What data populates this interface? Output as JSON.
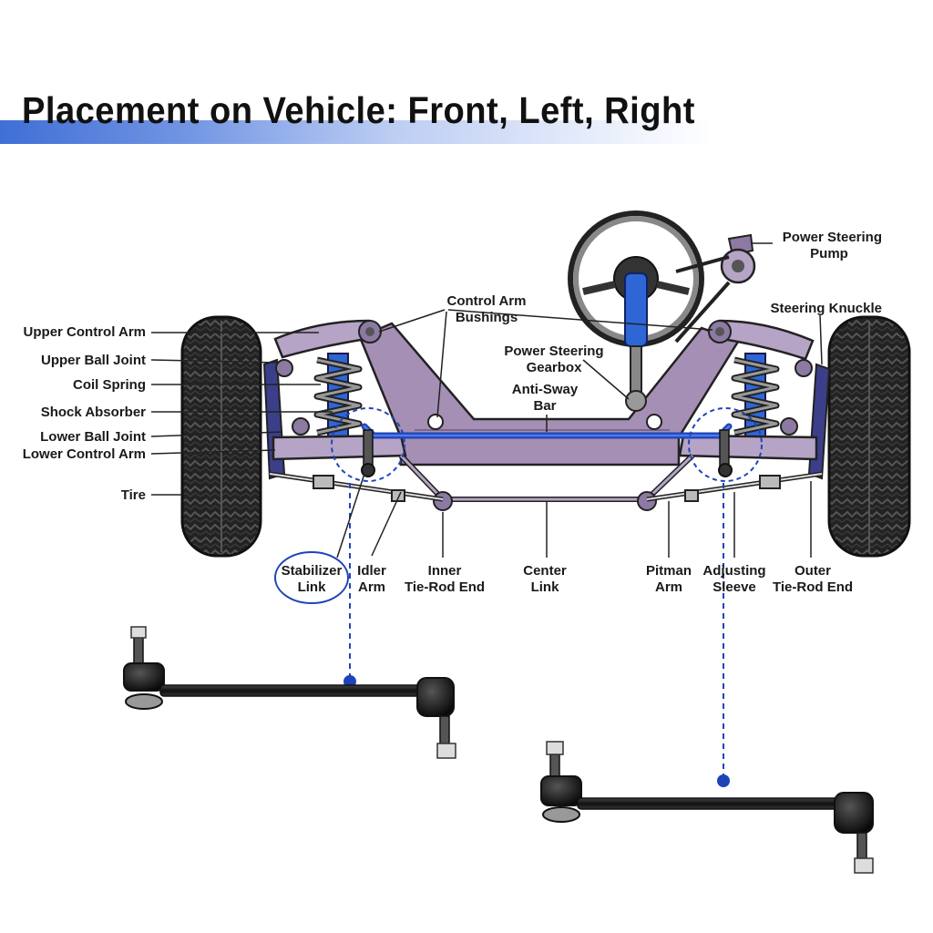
{
  "title": "Placement on Vehicle: Front, Left, Right",
  "labels": {
    "upper_control_arm": "Upper Control Arm",
    "upper_ball_joint": "Upper Ball Joint",
    "coil_spring": "Coil Spring",
    "shock_absorber": "Shock Absorber",
    "lower_ball_joint": "Lower Ball Joint",
    "lower_control_arm": "Lower Control Arm",
    "tire": "Tire",
    "control_arm_bushings_1": "Control Arm",
    "control_arm_bushings_2": "Bushings",
    "power_steering_gearbox_1": "Power Steering",
    "power_steering_gearbox_2": "Gearbox",
    "anti_sway_bar_1": "Anti-Sway",
    "anti_sway_bar_2": "Bar",
    "power_steering_pump_1": "Power Steering",
    "power_steering_pump_2": "Pump",
    "steering_knuckle": "Steering Knuckle",
    "stabilizer_link_1": "Stabilizer",
    "stabilizer_link_2": "Link",
    "idler_arm_1": "Idler",
    "idler_arm_2": "Arm",
    "inner_tie_rod_end_1": "Inner",
    "inner_tie_rod_end_2": "Tie-Rod End",
    "center_link_1": "Center",
    "center_link_2": "Link",
    "pitman_arm_1": "Pitman",
    "pitman_arm_2": "Arm",
    "adjusting_sleeve_1": "Adjusting",
    "adjusting_sleeve_2": "Sleeve",
    "outer_tie_rod_end_1": "Outer",
    "outer_tie_rod_end_2": "Tie-Rod End"
  },
  "colors": {
    "accent": "#1f44b8",
    "frame": "#a58fb4",
    "spring": "#2f66d6",
    "tire": "#1e1e1e"
  }
}
